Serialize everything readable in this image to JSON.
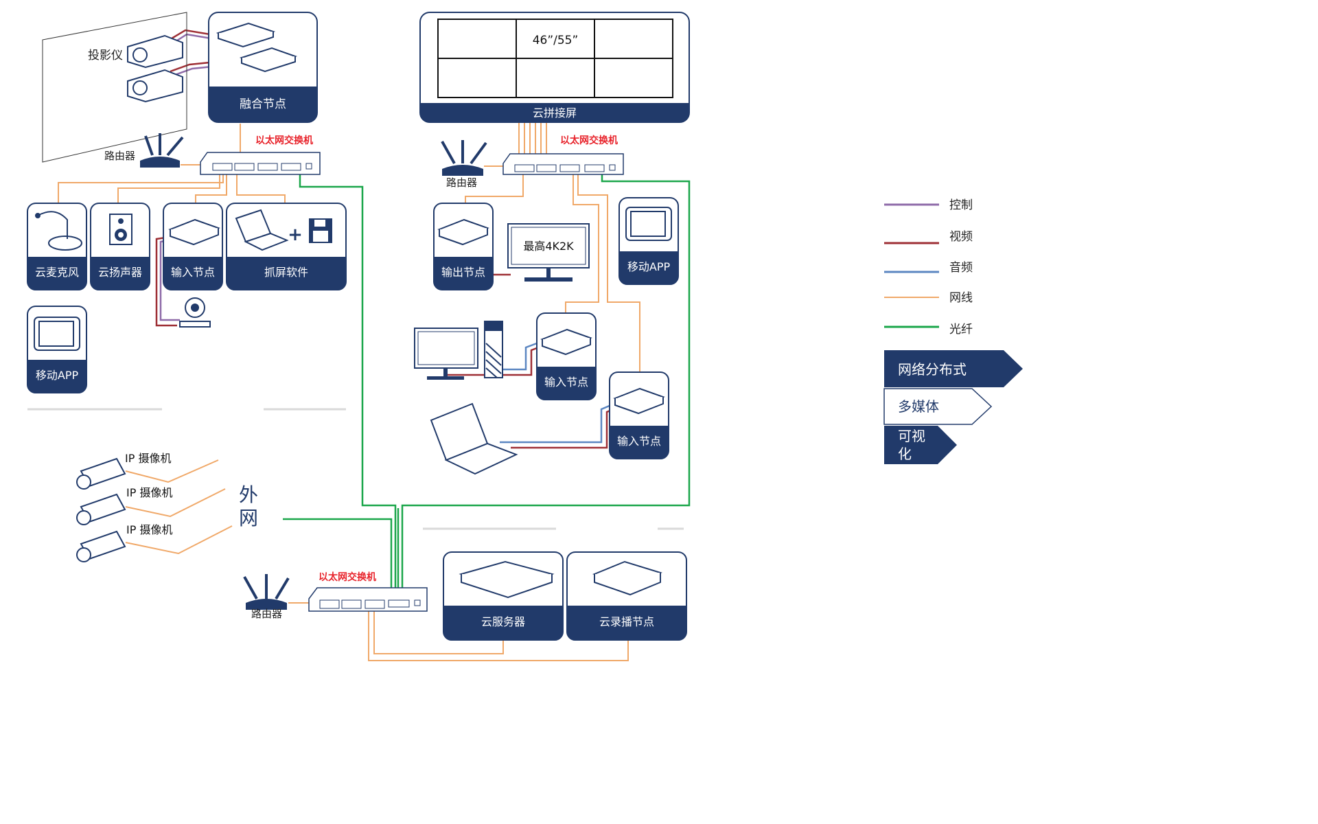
{
  "colors": {
    "navy": "#213a6a",
    "control": "#8e6aa8",
    "video": "#9e2f35",
    "audio": "#5b86c1",
    "network": "#f0a868",
    "fiber": "#1aa64a",
    "switch_label": "#e8232b",
    "divider": "#d9d9d9"
  },
  "labels": {
    "projector": "投影仪",
    "fusion_node": "融合节点",
    "router": "路由器",
    "switch": "以太网交换机",
    "cloud_mic": "云麦克风",
    "cloud_speaker": "云扬声器",
    "input_node": "输入节点",
    "capture_software": "抓屏软件",
    "mobile_app": "移动APP",
    "video_wall": "云拼接屏",
    "wall_size": "46”/55”",
    "output_node": "输出节点",
    "max_resolution": "最高4K2K",
    "ip_camera": "IP 摄像机",
    "extranet_1": "外",
    "extranet_2": "网",
    "cloud_server": "云服务器",
    "cloud_recording_node": "云录播节点"
  },
  "legend": [
    {
      "key": "control",
      "label": "控制"
    },
    {
      "key": "video",
      "label": "视频"
    },
    {
      "key": "audio",
      "label": "音频"
    },
    {
      "key": "network",
      "label": "网线"
    },
    {
      "key": "fiber",
      "label": "光纤"
    }
  ],
  "tags": {
    "distributed": "网络分布式",
    "multimedia": "多媒体",
    "visual_1": "可视",
    "visual_2": "化"
  }
}
